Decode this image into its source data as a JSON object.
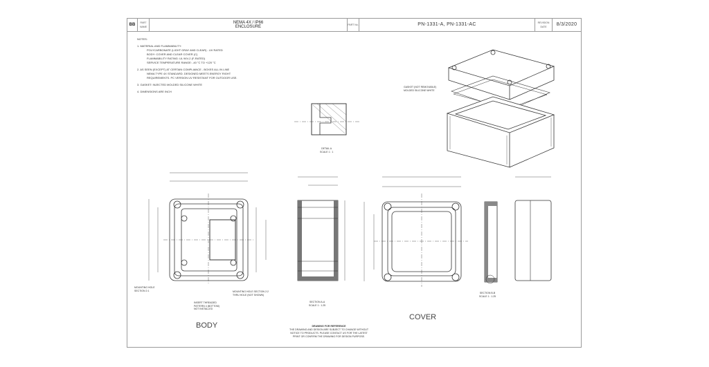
{
  "title_block": {
    "logo": "BB",
    "part_name_label": "PART NAME",
    "part_name": [
      "NEMA 4X / IP66",
      "ENCLOSURE"
    ],
    "part_no_label": "PART No.",
    "part_no": "PN-1331-A, PN-1331-AC",
    "revision_label": "REVISION DATE",
    "date": "8/3/2020"
  },
  "notes": {
    "heading": "NOTES:",
    "items": [
      {
        "num": "1.",
        "lines": [
          "MATERIAL AND FLAMMABILITY:",
          "POLYCARBONATE (LIGHT GRAY AND CLEAR) - UV RATED",
          "BODY: COVER AND CLEAR COVER (C)",
          "FLAMMABILITY RATING: UL 94V-2 (F-RATED)",
          "SERVICE TEMPERATURE RANGE: -40 °C TO +120 °C"
        ]
      },
      {
        "num": "2.",
        "lines": [
          "AS SEEN (EXCEPT) AT CERTAIN COMPLIANCE - BOXES ALL IN LINE",
          "NEMA TYPE 4X STANDARD. DESIGNED MEETS ENERGY RIGHT",
          "REQUIREMENTS. PC VERSION UV RESISTANT FOR OUTDOOR USE."
        ]
      },
      {
        "num": "3.",
        "lines": [
          "GASKET: INJECTED MOLDED SILICONE WHITE"
        ]
      },
      {
        "num": "4.",
        "lines": [
          "DIMENSIONS ARE INCH"
        ]
      }
    ]
  },
  "labels": {
    "gasket": [
      "GASKET (NOT REMOVABLE)",
      "MOLDED SILICONE WHITE"
    ],
    "detail_a": [
      "DETAIL A",
      "SCALE 1 : 1"
    ],
    "section_body": [
      "SECTION A-A",
      "SCALE 1 : 1.25"
    ],
    "section_cover": [
      "SECTION B-B",
      "SCALE 1 : 1.25"
    ],
    "mount_holes": [
      "MOUNTING HOLE",
      "SECTION 2:1"
    ],
    "insert": [
      "INSERT THREADED",
      "PATTERN 4 (BOTTOM)",
      "NOT INSTALLED"
    ],
    "mount_section": [
      "MOUNTING HOLE SECTION 2:2",
      "THRU HOLE (NOT SHOWN)"
    ]
  },
  "view_titles": {
    "body": "BODY",
    "cover": "COVER"
  },
  "reference": {
    "heading": "DRAWING FOR REFERENCE",
    "lines": [
      "THE DRAWING AND DESIGN ARE SUBJECT TO CHANGE WITHOUT",
      "NOTICE TO PRODUCTS. PLEASE CONTACT US FOR THE LATEST",
      "PRINT OR CONFIRM THE DRAWING FOR DESIGN PURPOSE."
    ]
  }
}
